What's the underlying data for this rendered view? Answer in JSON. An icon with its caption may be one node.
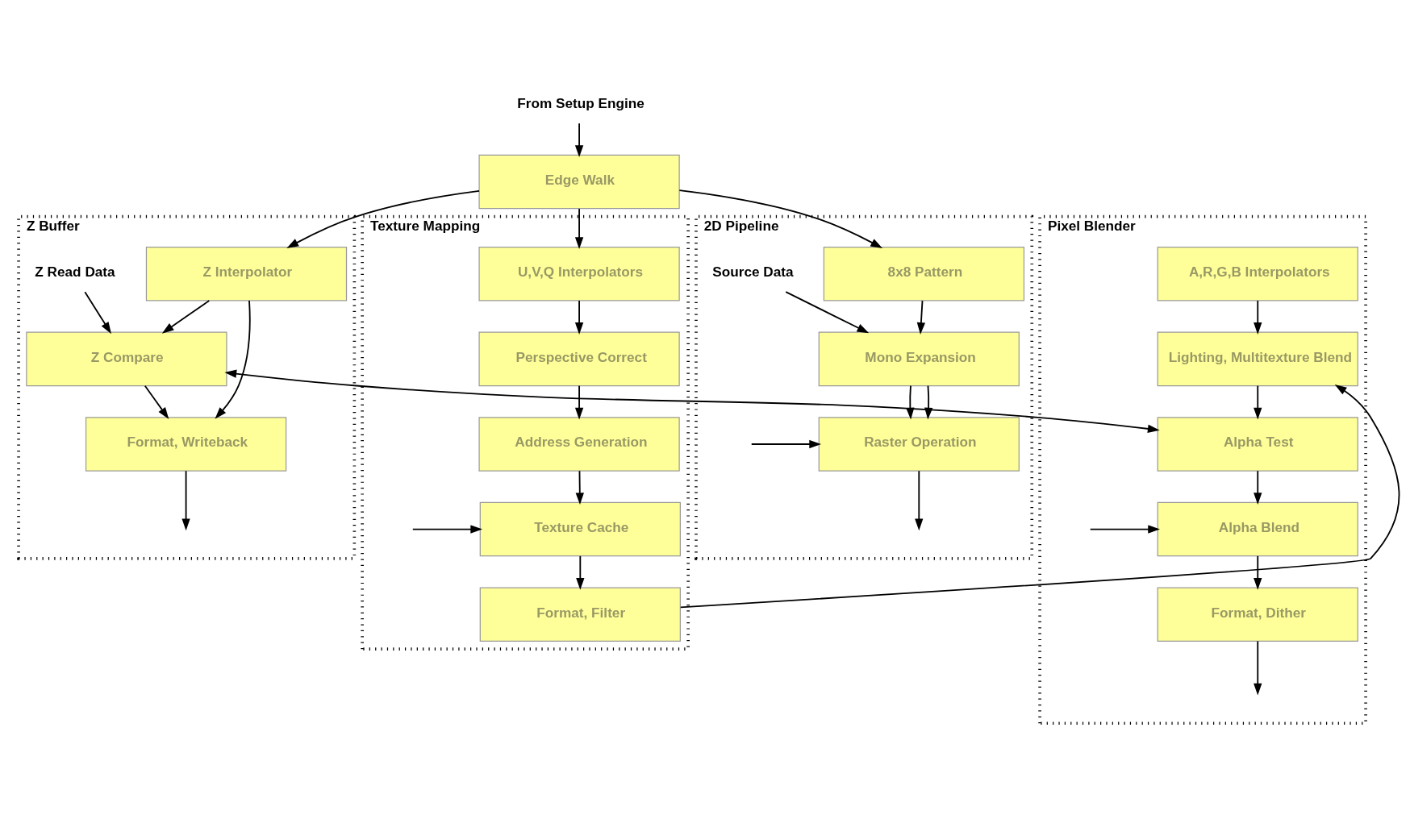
{
  "diagram": {
    "nodes": [
      {
        "text": [
          "From Setup Engine"
        ]
      },
      {
        "text": [
          "Edge Walk"
        ]
      },
      {
        "text": [
          "Z Buffer"
        ]
      },
      {
        "text": [
          "Z Interpolator"
        ],
        "in": 2
      },
      {
        "text": [
          "Z Read Data"
        ],
        "in": 2
      },
      {
        "text": [
          "Z Compare"
        ],
        "in": 2
      },
      {
        "text": [
          "Format, Writeback"
        ],
        "in": 2
      },
      {
        "text": [
          "Pixel Blender"
        ]
      },
      {
        "text": [
          "A,R,G,B Interpolators"
        ],
        "in": 7
      },
      {
        "text": [
          "Lighting, Multitexture Blend"
        ],
        "in": 7
      },
      {
        "text": [
          "Alpha Test"
        ],
        "in": 7
      },
      {
        "text": [
          "Alpha Blend"
        ],
        "in": 7
      },
      {
        "text": [
          "Format, Dither"
        ],
        "in": 7
      },
      {
        "text": [
          "Texture Mapping"
        ]
      },
      {
        "text": [
          "U,V,Q Interpolators"
        ],
        "in": 13
      },
      {
        "text": [
          "Perspective Correct"
        ],
        "in": 13
      },
      {
        "text": [
          "Address Generation"
        ],
        "in": 13
      },
      {
        "text": [
          "Texture Cache"
        ],
        "in": 13
      },
      {
        "text": [
          "Format, Filter"
        ],
        "in": 13
      },
      {
        "text": [
          "2D Pipeline"
        ]
      },
      {
        "text": [
          "8x8 Pattern"
        ],
        "in": 19
      },
      {
        "text": [
          "Source Data"
        ],
        "in": 19
      },
      {
        "text": [
          "Mono Expansion"
        ],
        "in": 19
      },
      {
        "text": [
          "Raster Operation"
        ],
        "in": 19
      }
    ],
    "edges": [
      {
        "from": 0,
        "to": 1,
        "arrow": "to"
      },
      {
        "from": 1,
        "to": 3,
        "arrow": "to"
      },
      {
        "from": 1,
        "to": 14,
        "arrow": "to"
      },
      {
        "from": 1,
        "to": 20,
        "arrow": "to"
      },
      {
        "from": 3,
        "to": 5,
        "arrow": "to"
      },
      {
        "from": 3,
        "to": 6,
        "arrow": "to"
      },
      {
        "from": 4,
        "to": 5,
        "arrow": "to"
      },
      {
        "from": 5,
        "to": 6,
        "arrow": "to"
      },
      {
        "from": 5,
        "to": 10,
        "arrow": "both"
      },
      {
        "from": 8,
        "to": 9,
        "arrow": "to"
      },
      {
        "from": 9,
        "to": 10,
        "arrow": "to"
      },
      {
        "from": 10,
        "to": 11,
        "arrow": "to"
      },
      {
        "from": 11,
        "to": 12,
        "arrow": "to"
      },
      {
        "from": null,
        "to": 11,
        "arrow": "to"
      },
      {
        "from": 14,
        "to": 15,
        "arrow": "to"
      },
      {
        "from": 15,
        "to": 16,
        "arrow": "to"
      },
      {
        "from": 16,
        "to": 17,
        "arrow": "to"
      },
      {
        "from": 17,
        "to": 18,
        "arrow": "to"
      },
      {
        "from": null,
        "to": 17,
        "arrow": "to"
      },
      {
        "from": 18,
        "to": 9,
        "arrow": "to"
      },
      {
        "from": 20,
        "to": 22,
        "arrow": "to"
      },
      {
        "from": 21,
        "to": 22,
        "arrow": "to"
      },
      {
        "from": 22,
        "to": 23,
        "arrow": "to"
      },
      {
        "from": 22,
        "to": 23,
        "arrow": "to"
      },
      {
        "from": null,
        "to": 23,
        "arrow": "to"
      },
      {
        "from": 6,
        "to": null,
        "arrow": "to"
      },
      {
        "from": 12,
        "to": null,
        "arrow": "to"
      },
      {
        "from": 23,
        "to": null,
        "arrow": "to"
      }
    ]
  }
}
